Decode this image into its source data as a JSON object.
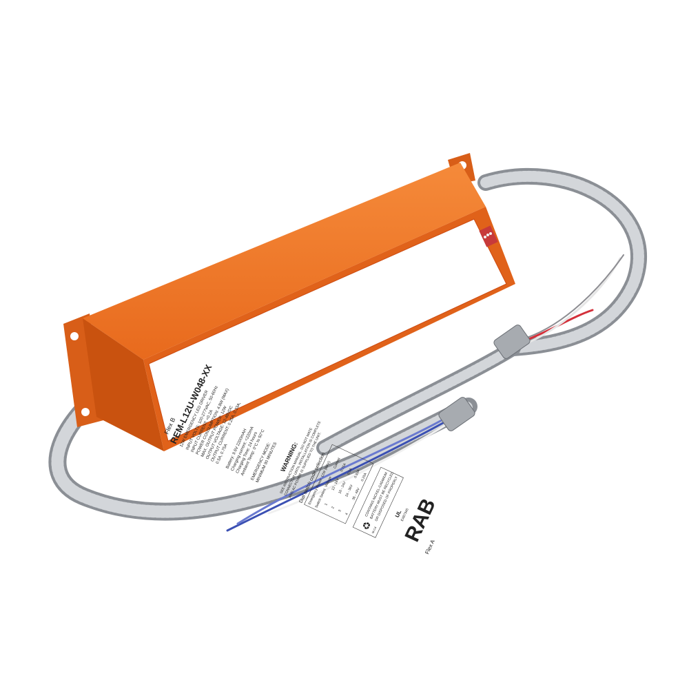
{
  "product": {
    "brand": "RAB",
    "colors": {
      "housing": "#e8681c",
      "housing_dark": "#c4500f",
      "housing_top": "#f07a2a",
      "conduit": "#b9bcc0",
      "label": "#ffffff"
    },
    "label": {
      "flex_b": "Flex B",
      "flex_a": "Flex A",
      "model": "REM-L12U-W048-XX",
      "subtitle": "12W EMERGENCY LED DRIVER",
      "specs": [
        "INPUT VOLTS: 100-277VAC, 50-60Hz",
        "INPUT CURRENT: <0.2A",
        "POWER CONSUMPTION: 4.8W (MAX)",
        "MAX. OUTPUT POWER: 12W",
        "OUTPUT VOLTAGE: 12-48VDC",
        "OUTPUT CURRENT: 0.25A, 0.33A,",
        "0.5A, 0.75A"
      ],
      "battery": [
        "Battery: 9.6V  2200mAH",
        "Charging current: <220mA",
        "Charging Time: 24 hours",
        "Ambient Temp: 0°C to 50°C"
      ],
      "emergency_mode": [
        "EMERGENCY MODE:",
        "MINIMUM 90 MINUTES"
      ],
      "warning_title": "WARNING:",
      "warning_lines": [
        "SEE INSTRUCTION MANUAL. DO NOT MATE",
        "CONNECTOR UNTIL INSTALLATION IS COMPLETE",
        "AND AC POWER IS SUPPLIED TO THE UNIT."
      ],
      "dial_title": "Dial switch code selection",
      "dial_table": {
        "header_note": "Emergency Power: 12W (MAX)",
        "columns": [
          "Switch Select",
          "Voltage",
          "Current"
        ],
        "rows": [
          [
            "1",
            "12 - 16V",
            "0.75A"
          ],
          [
            "2",
            "16 - 24V",
            "0.5A"
          ],
          [
            "3",
            "24 - 36V",
            "0.33A"
          ],
          [
            "4",
            "36 - 48V",
            "0.25A"
          ]
        ]
      },
      "recycle_lines": [
        "CONTAINS NICKEL-CADMIUM",
        "BATTERY MUST BE RECYCLED",
        "OR DISPOSED OF PROPERLY"
      ],
      "recycle_mark": "Ni-Cd",
      "ul_mark": "UL",
      "ul_file": "E487345"
    }
  }
}
